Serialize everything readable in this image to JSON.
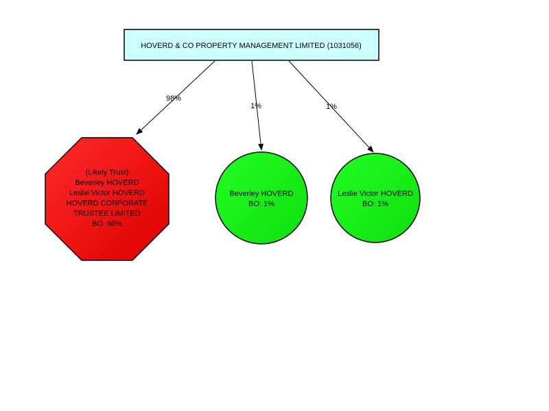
{
  "company": {
    "label": "HOVERD & CO PROPERTY MANAGEMENT LIMITED (1031056)",
    "fill": "#ccffff"
  },
  "owners": [
    {
      "lines": [
        "(Likely Trust)",
        "Beverley HOVERD",
        "Leslie Victor HOVERD",
        "HOVERD CORPORATE",
        "TRUSTEE LIMITED",
        "BO: 98%"
      ],
      "shape": "octagon",
      "color": "#ee0000",
      "edge_label": "98%"
    },
    {
      "lines": [
        "Beverley HOVERD",
        "BO: 1%"
      ],
      "shape": "circle",
      "color": "#11ee11",
      "edge_label": "1%"
    },
    {
      "lines": [
        "Leslie Victor HOVERD",
        "BO: 1%"
      ],
      "shape": "circle",
      "color": "#11ee11",
      "edge_label": "1%"
    }
  ]
}
